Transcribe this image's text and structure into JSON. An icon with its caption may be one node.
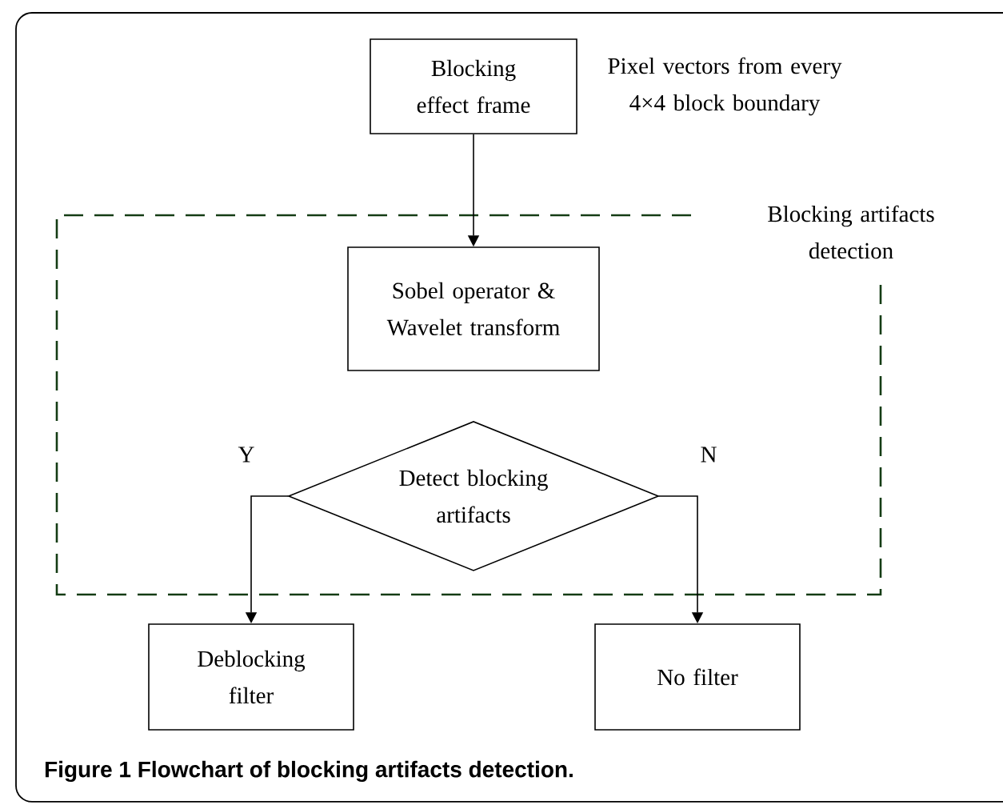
{
  "diagram": {
    "caption": "Figure 1 Flowchart of blocking artifacts detection.",
    "nodes": [
      {
        "text": [
          "Blocking effect frame"
        ],
        "beside": [
          "Pixel vectors from every 4×4 block boundary"
        ]
      },
      {
        "text": [
          "Blocking artifacts detection"
        ]
      },
      {
        "text": [
          "Sobel operator & Wavelet transform"
        ],
        "in": 1
      },
      {
        "text": [
          "Detect blocking artifacts"
        ],
        "in": 1
      },
      {
        "text": [
          "Deblocking filter"
        ]
      },
      {
        "text": [
          "No filter"
        ]
      }
    ],
    "edges": [
      {
        "from": 0,
        "to": 2,
        "arrow": "to"
      },
      {
        "from": 3,
        "to": 4,
        "arrow": "to",
        "label": "Y"
      },
      {
        "from": 3,
        "to": 5,
        "arrow": "to",
        "label": "N"
      }
    ]
  }
}
